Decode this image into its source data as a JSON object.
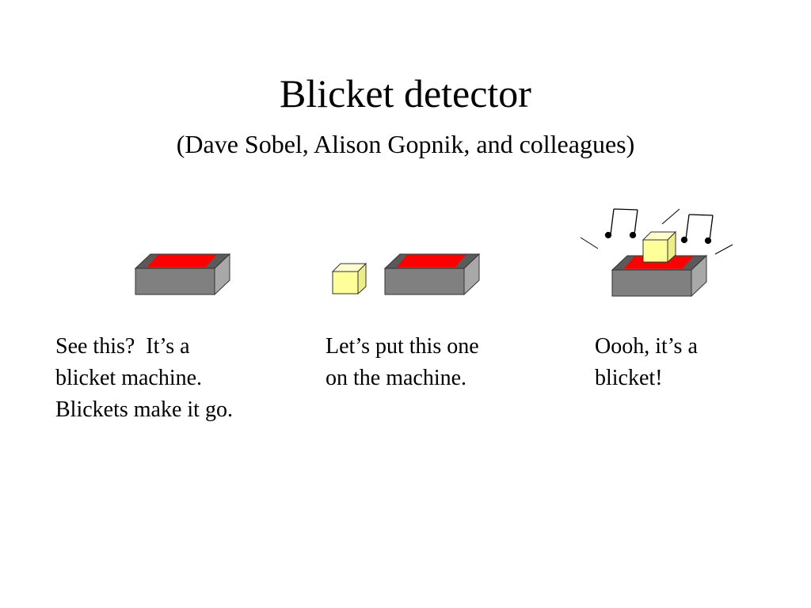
{
  "slide": {
    "title": "Blicket detector",
    "subtitle": "(Dave Sobel, Alison Gopnik, and colleagues)"
  },
  "panels": [
    {
      "caption_lines": [
        "See this?  It’s a",
        "blicket machine.",
        "Blickets make it go."
      ]
    },
    {
      "caption_lines": [
        "Let’s put this one",
        "on the machine."
      ]
    },
    {
      "caption_lines": [
        "Oooh, it’s a",
        "blicket!"
      ]
    }
  ],
  "colors": {
    "machine_front": "#808080",
    "machine_top": "#5a5a5a",
    "machine_side": "#a8a8a8",
    "detector_pad": "#ff0000",
    "block_face": "#ffff99",
    "block_top": "#ffffcc",
    "block_side": "#eeee88"
  },
  "icons": [
    "blicket-machine",
    "blicket-block",
    "music-note-icon",
    "sound-line"
  ]
}
